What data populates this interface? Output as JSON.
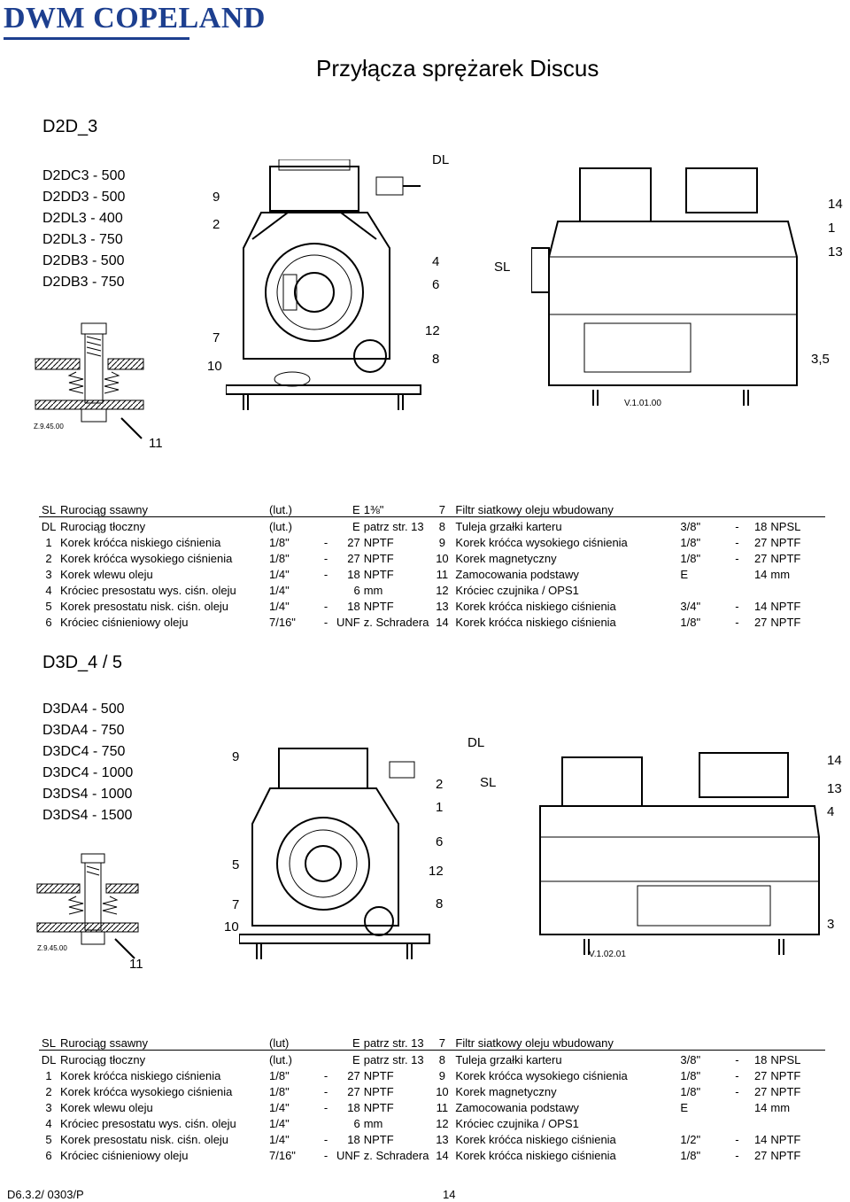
{
  "header": {
    "logo": "DWM COPELAND",
    "title": "Przyłącza sprężarek Discus"
  },
  "section1": {
    "title": "D2D_3",
    "models": [
      "D2DC3 - 500",
      "D2DD3 - 500",
      "D2DL3 - 400",
      "D2DL3 - 750",
      "D2DB3 - 500",
      "D2DB3 - 750"
    ],
    "drawing_labels": [
      "DL",
      "9",
      "2",
      "4",
      "6",
      "7",
      "10",
      "12",
      "8",
      "14",
      "1",
      "13",
      "SL",
      "3,5",
      "11"
    ],
    "mount_code": "Z.9.45.00",
    "version": "V.1.01.00"
  },
  "section2": {
    "title": "D3D_4 / 5",
    "models": [
      "D3DA4 - 500",
      "D3DA4 - 750",
      "D3DC4 - 750",
      "D3DC4 - 1000",
      "D3DS4 - 1000",
      "D3DS4 - 1500"
    ],
    "drawing_labels": [
      "DL",
      "9",
      "2",
      "1",
      "6",
      "5",
      "12",
      "7",
      "8",
      "10",
      "SL",
      "14",
      "13",
      "4",
      "3",
      "11"
    ],
    "mount_code": "Z.9.45.00",
    "version": "V.1.02.01"
  },
  "table1": {
    "rows": [
      {
        "num": "SL",
        "desc": "Rurociąg ssawny",
        "size": "(lut.)",
        "dash": "",
        "val": "E",
        "unit": "1⅜\"",
        "num2": "7",
        "desc2": "Filtr siatkowy oleju wbudowany",
        "size2": "",
        "dash2": "",
        "val2": "",
        "unit2": ""
      },
      {
        "num": "DL",
        "desc": "Rurociąg tłoczny",
        "size": "(lut.)",
        "dash": "",
        "val": "E",
        "unit": "patrz str. 13",
        "num2": "8",
        "desc2": "Tuleja grzałki karteru",
        "size2": "3/8\"",
        "dash2": "-",
        "val2": "18",
        "unit2": "NPSL"
      },
      {
        "num": "1",
        "desc": "Korek króćca niskiego ciśnienia",
        "size": "1/8\"",
        "dash": "-",
        "val": "27",
        "unit": "NPTF",
        "num2": "9",
        "desc2": "Korek króćca wysokiego ciśnienia",
        "size2": "1/8\"",
        "dash2": "-",
        "val2": "27",
        "unit2": "NPTF"
      },
      {
        "num": "2",
        "desc": "Korek króćca wysokiego ciśnienia",
        "size": "1/8\"",
        "dash": "-",
        "val": "27",
        "unit": "NPTF",
        "num2": "10",
        "desc2": "Korek magnetyczny",
        "size2": "1/8\"",
        "dash2": "-",
        "val2": "27",
        "unit2": "NPTF"
      },
      {
        "num": "3",
        "desc": "Korek wlewu oleju",
        "size": "1/4\"",
        "dash": "-",
        "val": "18",
        "unit": "NPTF",
        "num2": "11",
        "desc2": "Zamocowania podstawy",
        "size2": "E",
        "dash2": "",
        "val2": "14",
        "unit2": "mm"
      },
      {
        "num": "4",
        "desc": "Króciec presostatu wys. ciśn. oleju",
        "size": "1/4\"",
        "dash": "",
        "val": "6",
        "unit": "mm",
        "num2": "12",
        "desc2": "Króciec czujnika / OPS1",
        "size2": "",
        "dash2": "",
        "val2": "",
        "unit2": ""
      },
      {
        "num": "5",
        "desc": "Korek presostatu nisk. ciśn. oleju",
        "size": "1/4\"",
        "dash": "-",
        "val": "18",
        "unit": "NPTF",
        "num2": "13",
        "desc2": "Korek króćca niskiego ciśnienia",
        "size2": "3/4\"",
        "dash2": "-",
        "val2": "14",
        "unit2": "NPTF"
      },
      {
        "num": "6",
        "desc": "Króciec ciśnieniowy oleju",
        "size": "7/16\"",
        "dash": "-",
        "val": "UNF",
        "unit": "z. Schradera",
        "num2": "14",
        "desc2": "Korek króćca niskiego ciśnienia",
        "size2": "1/8\"",
        "dash2": "-",
        "val2": "27",
        "unit2": "NPTF"
      }
    ]
  },
  "table2": {
    "rows": [
      {
        "num": "SL",
        "desc": "Rurociąg ssawny",
        "size": "(lut)",
        "dash": "",
        "val": "E",
        "unit": "patrz str. 13",
        "num2": "7",
        "desc2": "Filtr siatkowy oleju wbudowany",
        "size2": "",
        "dash2": "",
        "val2": "",
        "unit2": ""
      },
      {
        "num": "DL",
        "desc": "Rurociąg tłoczny",
        "size": "(lut.)",
        "dash": "",
        "val": "E",
        "unit": "patrz str. 13",
        "num2": "8",
        "desc2": "Tuleja grzałki karteru",
        "size2": "3/8\"",
        "dash2": "-",
        "val2": "18",
        "unit2": "NPSL"
      },
      {
        "num": "1",
        "desc": "Korek króćca niskiego ciśnienia",
        "size": "1/8\"",
        "dash": "-",
        "val": "27",
        "unit": "NPTF",
        "num2": "9",
        "desc2": "Korek króćca wysokiego ciśnienia",
        "size2": "1/8\"",
        "dash2": "-",
        "val2": "27",
        "unit2": "NPTF"
      },
      {
        "num": "2",
        "desc": "Korek króćca wysokiego ciśnienia",
        "size": "1/8\"",
        "dash": "-",
        "val": "27",
        "unit": "NPTF",
        "num2": "10",
        "desc2": "Korek magnetyczny",
        "size2": "1/8\"",
        "dash2": "-",
        "val2": "27",
        "unit2": "NPTF"
      },
      {
        "num": "3",
        "desc": "Korek wlewu oleju",
        "size": "1/4\"",
        "dash": "-",
        "val": "18",
        "unit": "NPTF",
        "num2": "11",
        "desc2": "Zamocowania podstawy",
        "size2": "E",
        "dash2": "",
        "val2": "14",
        "unit2": "mm"
      },
      {
        "num": "4",
        "desc": "Króciec presostatu wys. ciśn. oleju",
        "size": "1/4\"",
        "dash": "",
        "val": "6",
        "unit": "mm",
        "num2": "12",
        "desc2": "Króciec czujnika / OPS1",
        "size2": "",
        "dash2": "",
        "val2": "",
        "unit2": ""
      },
      {
        "num": "5",
        "desc": "Korek presostatu nisk. ciśn. oleju",
        "size": "1/4\"",
        "dash": "-",
        "val": "18",
        "unit": "NPTF",
        "num2": "13",
        "desc2": "Korek króćca niskiego ciśnienia",
        "size2": "1/2\"",
        "dash2": "-",
        "val2": "14",
        "unit2": "NPTF"
      },
      {
        "num": "6",
        "desc": "Króciec ciśnieniowy oleju",
        "size": "7/16\"",
        "dash": "-",
        "val": "UNF",
        "unit": "z. Schradera",
        "num2": "14",
        "desc2": "Korek króćca niskiego ciśnienia",
        "size2": "1/8\"",
        "dash2": "-",
        "val2": "27",
        "unit2": "NPTF"
      }
    ]
  },
  "footer": {
    "doc_code": "D6.3.2/ 0303/P",
    "page": "14"
  }
}
